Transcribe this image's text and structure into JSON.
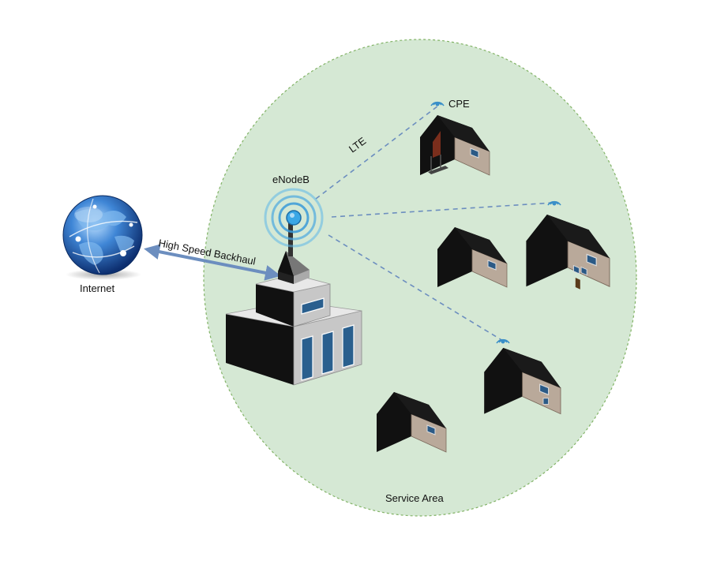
{
  "labels": {
    "internet": "Internet",
    "backhaul": "High Speed Backhaul",
    "enodeb": "eNodeB",
    "lte": "LTE",
    "cpe": "CPE",
    "service_area": "Service Area"
  },
  "colors": {
    "service_area_fill": "#d5e8d4",
    "service_area_stroke": "#82b366",
    "link": "#6c8ebf",
    "backhaul": "#6c8ebf",
    "house_wall": "#b8a898",
    "house_roof": "#111111",
    "globe": "#2a6fc4"
  },
  "icons": {
    "globe": "globe-icon",
    "tower": "cell-tower-icon",
    "building": "building-icon",
    "house": "house-icon",
    "antenna": "wifi-antenna-icon"
  }
}
